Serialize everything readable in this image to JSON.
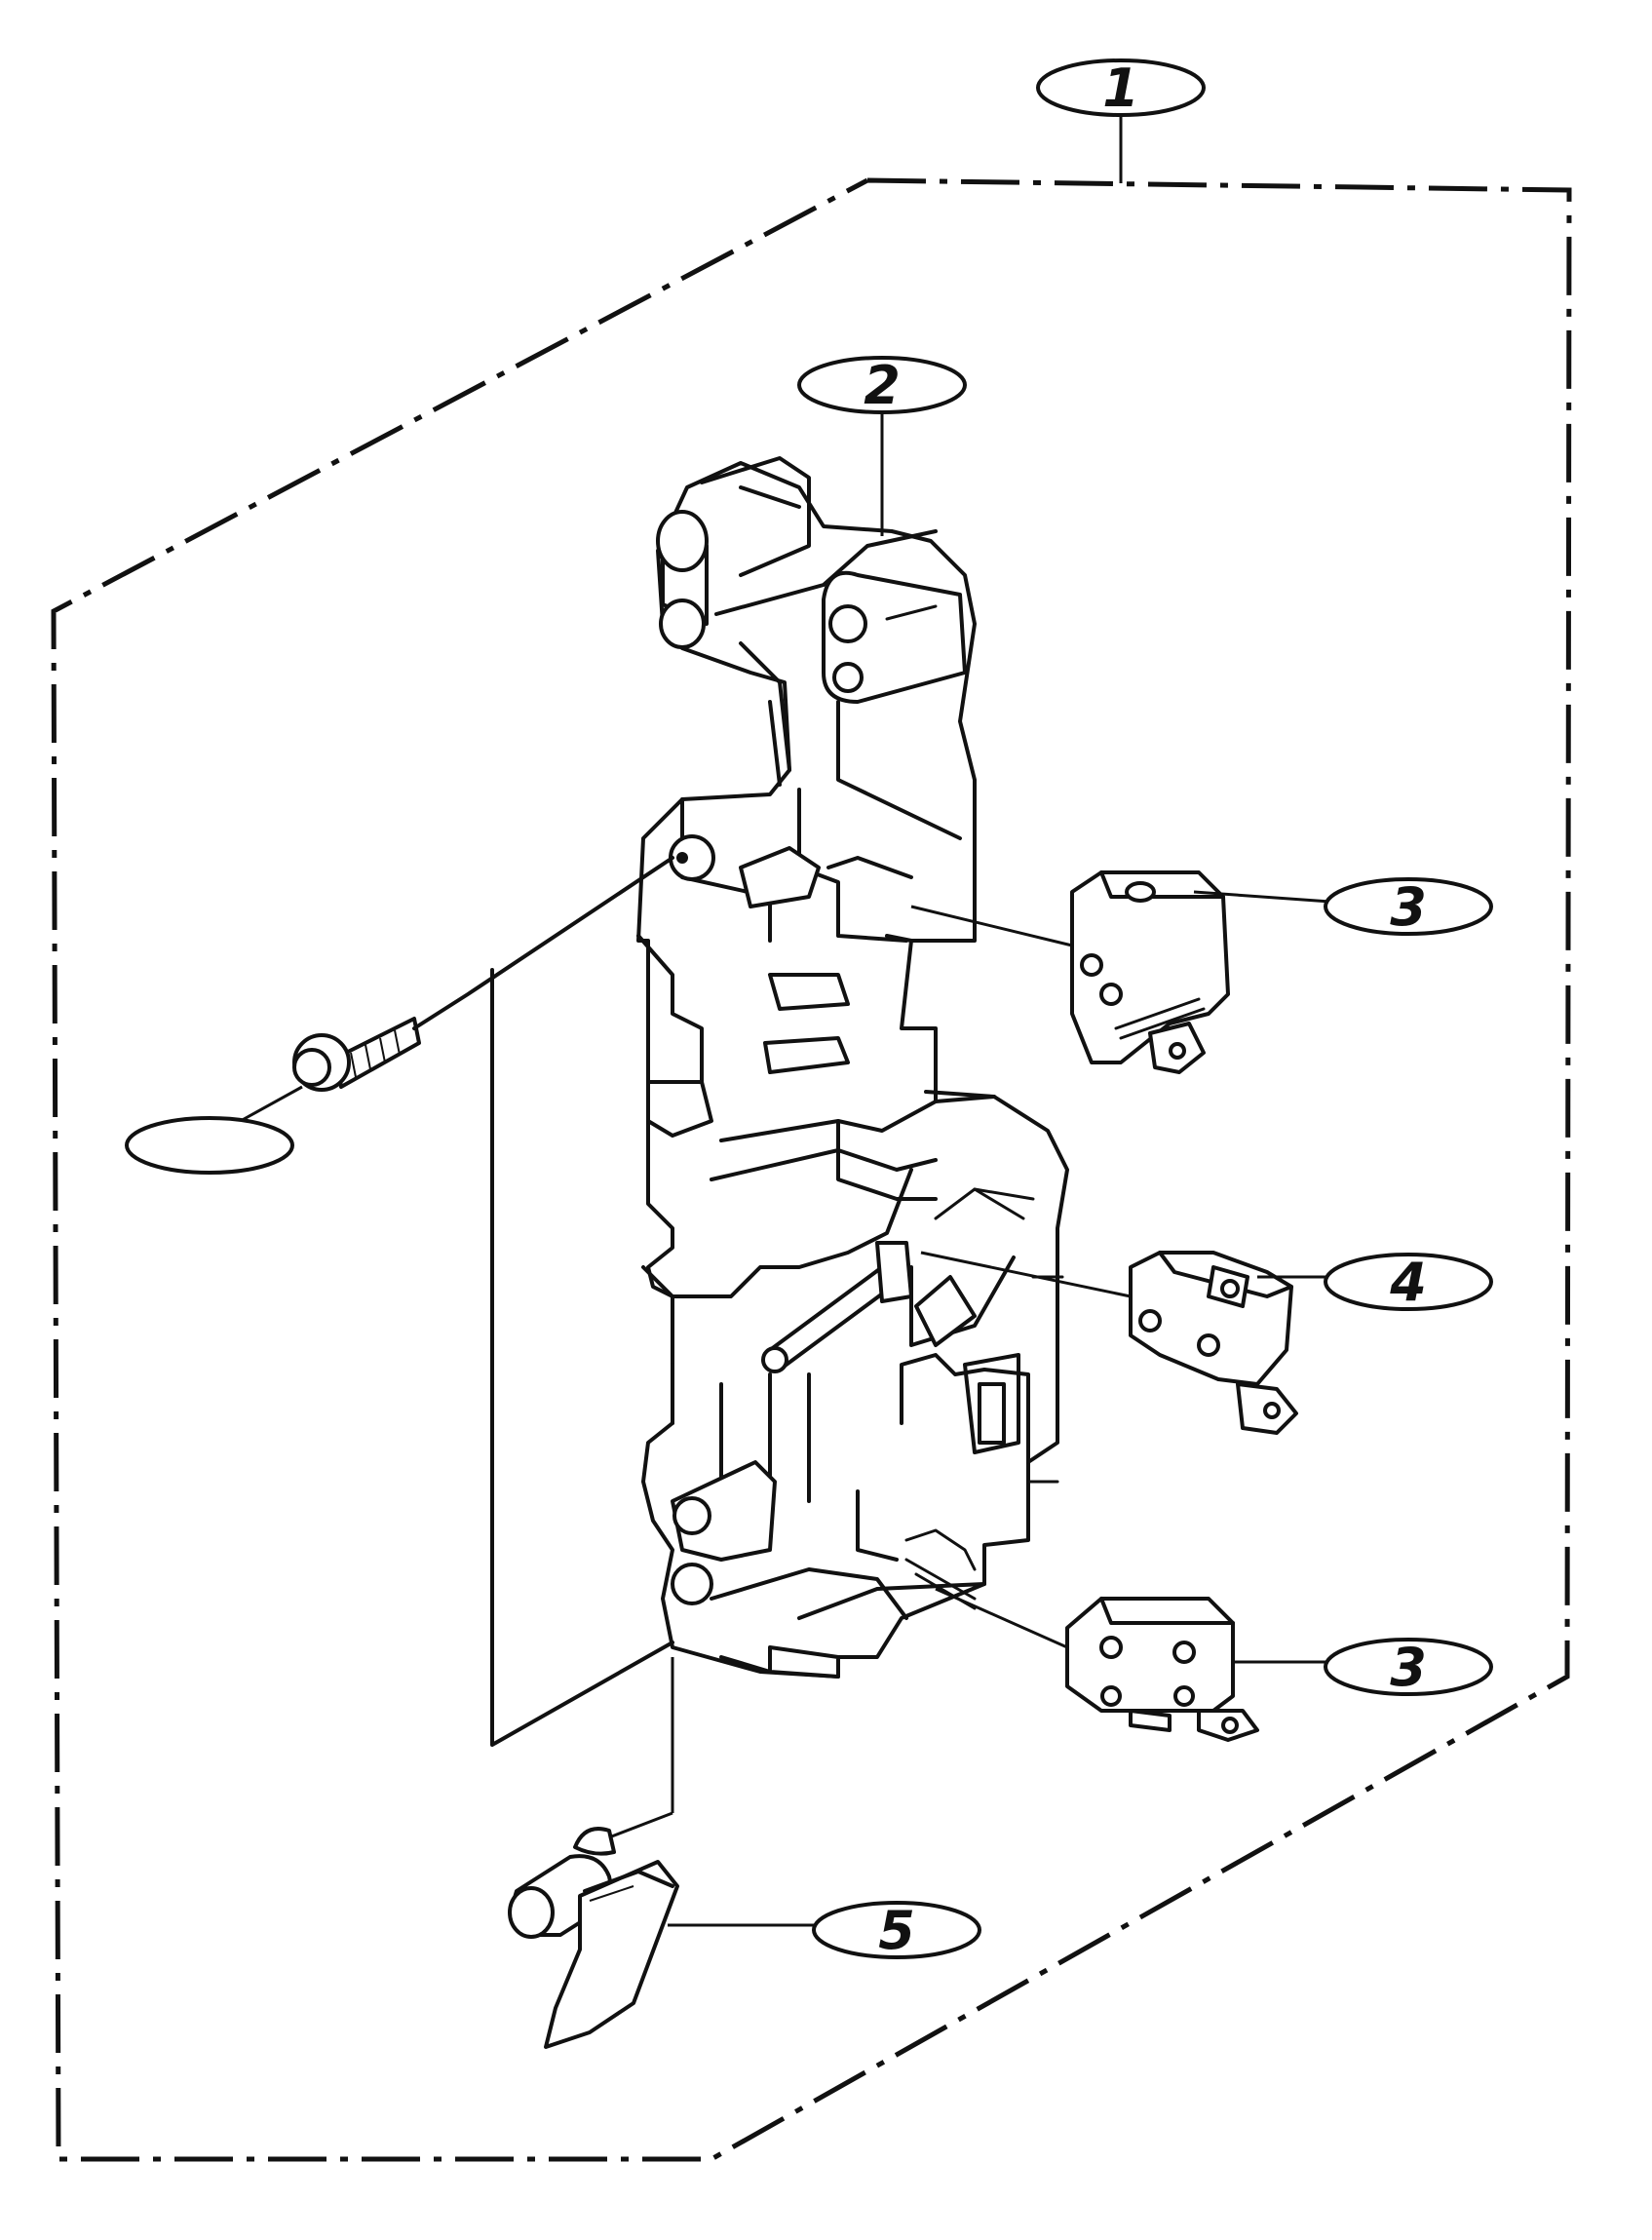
{
  "diagram": {
    "callouts": [
      {
        "id": "c1",
        "label": "1",
        "part": "switch-assembly"
      },
      {
        "id": "c2",
        "label": "2",
        "part": "interlock-housing"
      },
      {
        "id": "c3a",
        "label": "3",
        "part": "micro-switch-upper"
      },
      {
        "id": "c4",
        "label": "4",
        "part": "micro-switch-middle"
      },
      {
        "id": "c3b",
        "label": "3",
        "part": "micro-switch-lower"
      },
      {
        "id": "c5",
        "label": "5",
        "part": "lever"
      },
      {
        "id": "c6",
        "label": "",
        "part": "screw"
      }
    ]
  }
}
